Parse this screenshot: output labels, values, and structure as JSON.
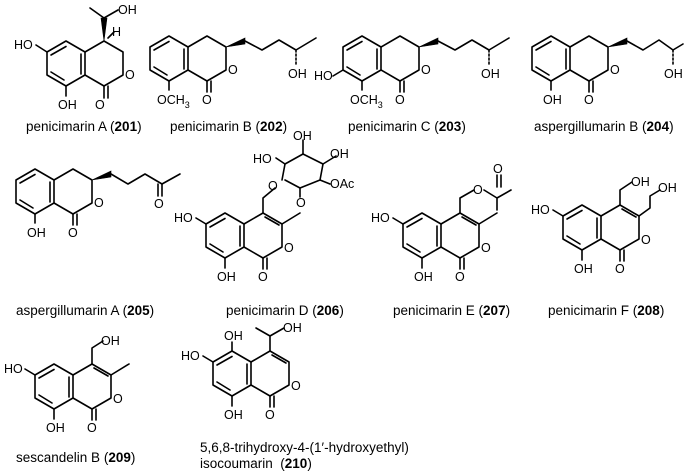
{
  "compounds": [
    {
      "name": "penicimarin A",
      "number": "201"
    },
    {
      "name": "penicimarin B",
      "number": "202"
    },
    {
      "name": "penicimarin C",
      "number": "203"
    },
    {
      "name": "aspergillumarin B",
      "number": "204"
    },
    {
      "name": "aspergillumarin A",
      "number": "205"
    },
    {
      "name": "penicimarin D",
      "number": "206"
    },
    {
      "name": "penicimarin E",
      "number": "207"
    },
    {
      "name": "penicimarin F",
      "number": "208"
    },
    {
      "name": "sescandelin B",
      "number": "209"
    },
    {
      "name_line1": "5,6,8-trihydroxy-4-(1′-hydroxyethyl)",
      "name": "isocoumarin",
      "number": "210"
    }
  ],
  "atom_labels": {
    "OH": "OH",
    "HO": "HO",
    "O": "O",
    "H": "H",
    "OCH3": "OCH",
    "sub3": "3",
    "OAc": "OAc"
  }
}
